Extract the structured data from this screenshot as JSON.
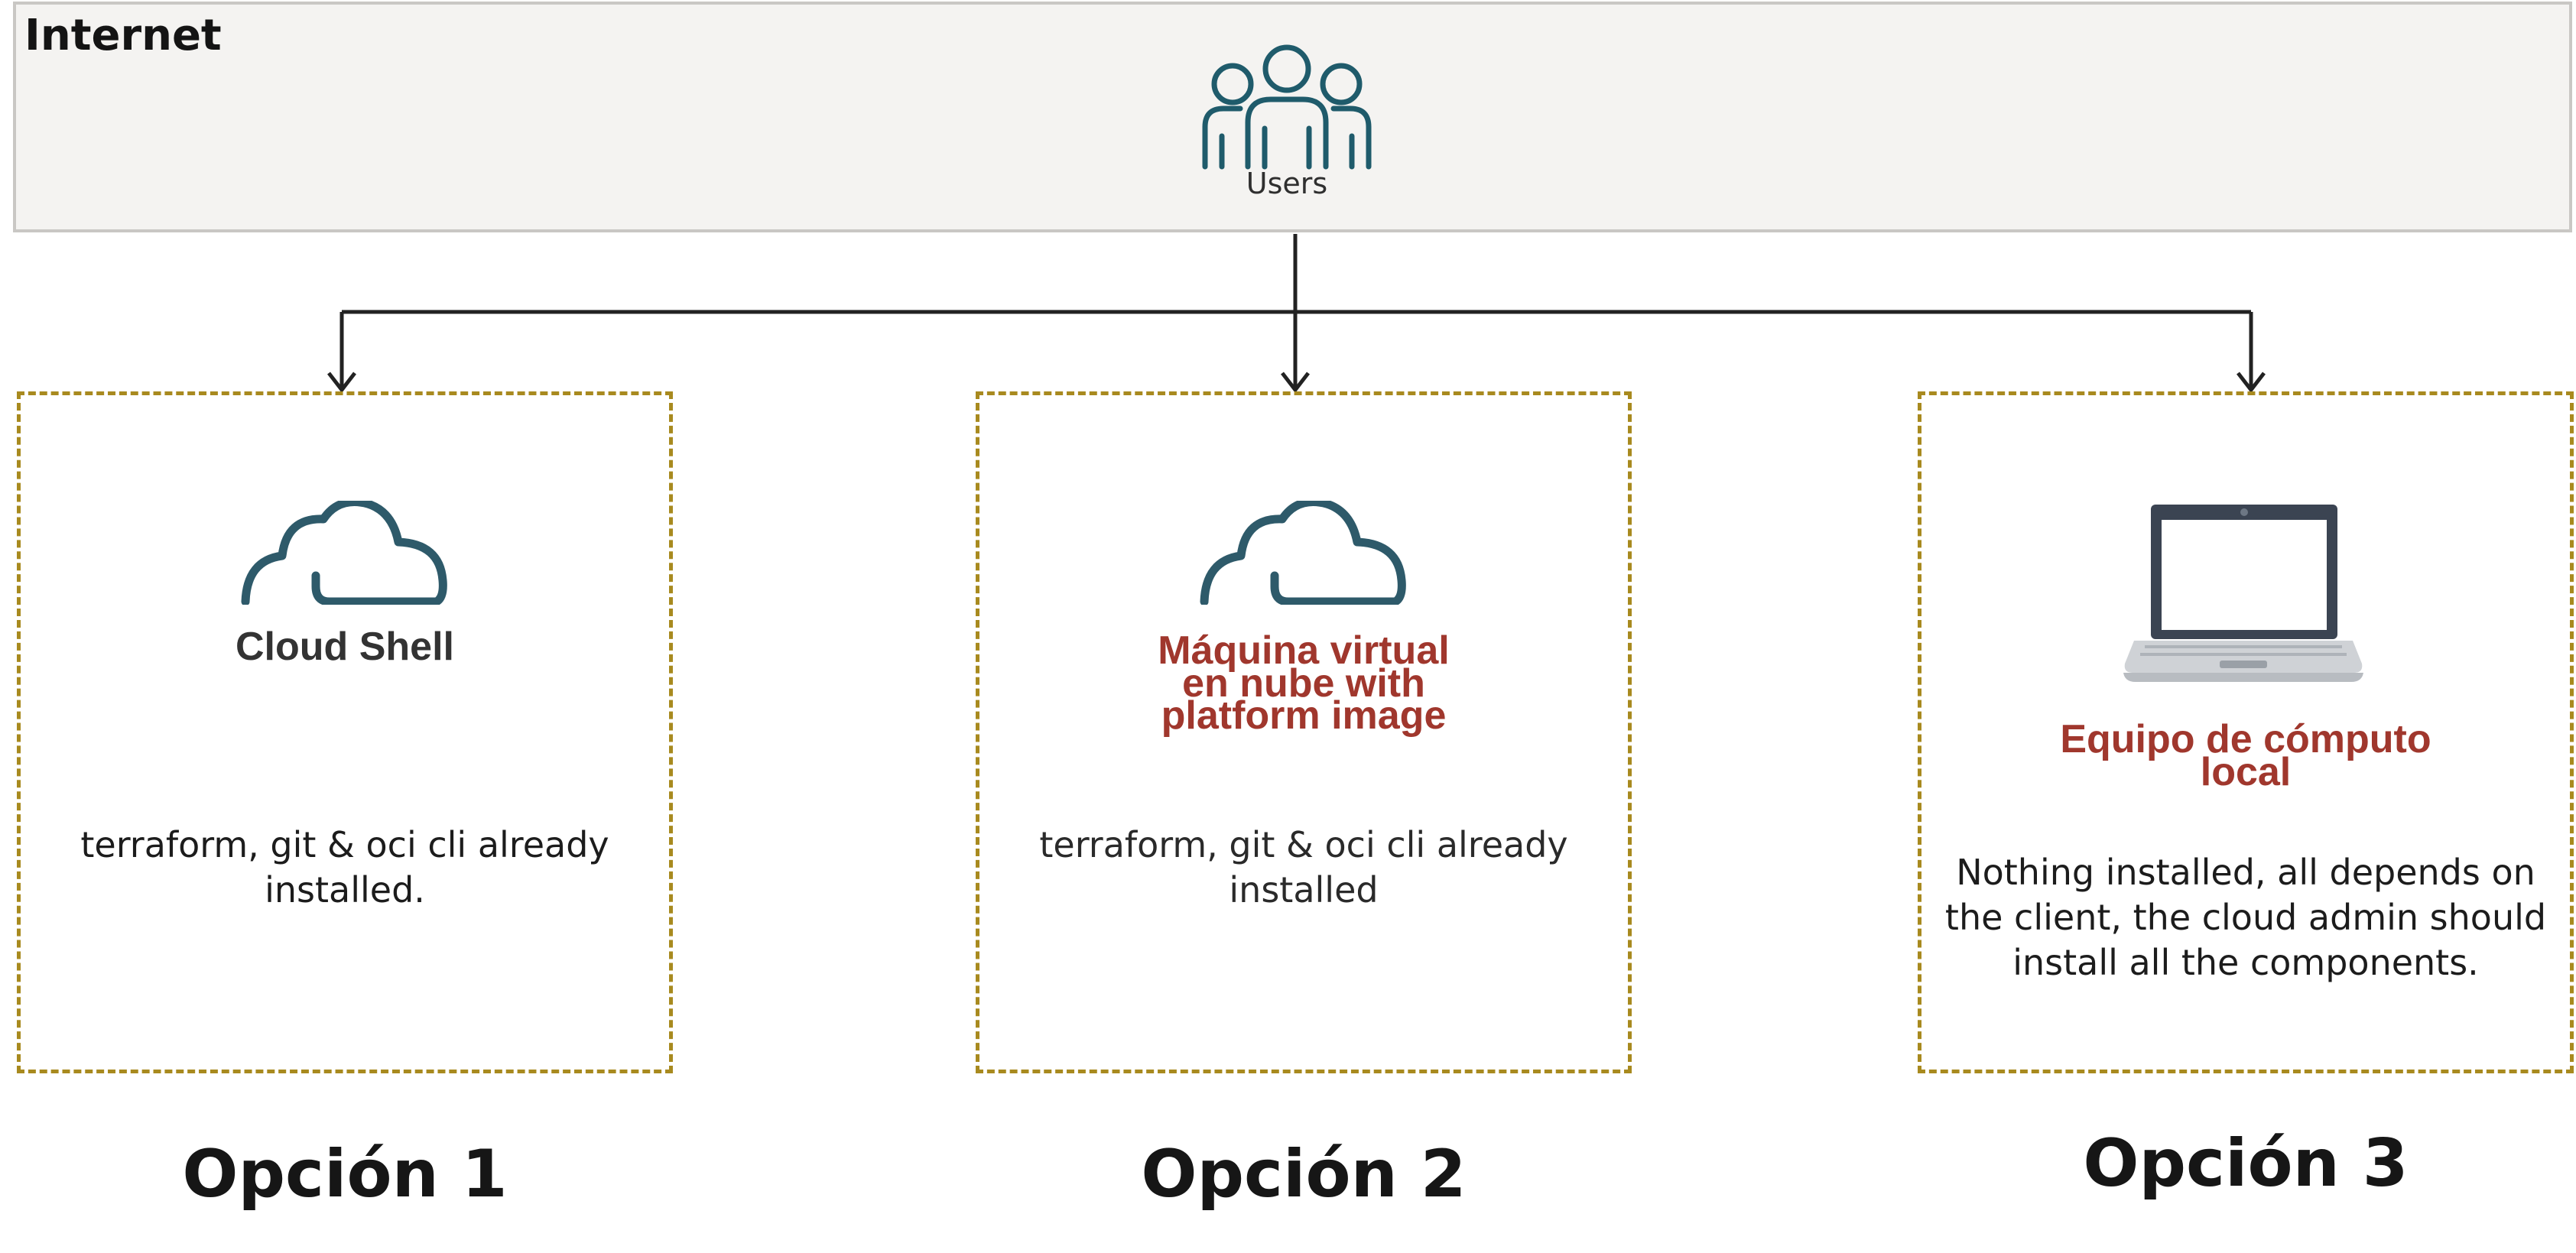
{
  "internet": {
    "label": "Internet",
    "users_label": "Users"
  },
  "options": [
    {
      "title": "Cloud Shell",
      "description": "terraform, git & oci cli already\ninstalled.",
      "label": "Opción 1",
      "icon": "cloud-icon"
    },
    {
      "title": "Máquina virtual\nen nube with\nplatform image",
      "description": "terraform, git & oci cli already\ninstalled",
      "label": "Opción 2",
      "icon": "cloud-icon"
    },
    {
      "title": "Equipo de cómputo\nlocal",
      "description": "Nothing installed, all depends on\nthe client, the cloud admin should\ninstall all the components.",
      "label": "Opción 3",
      "icon": "laptop-icon"
    }
  ],
  "colors": {
    "icon_teal": "#1f5b6b",
    "cloud_teal": "#2e5a6a",
    "accent_red": "#a0372d",
    "dashed_gold": "#a88a1f",
    "internet_bg": "#f4f3f1"
  }
}
